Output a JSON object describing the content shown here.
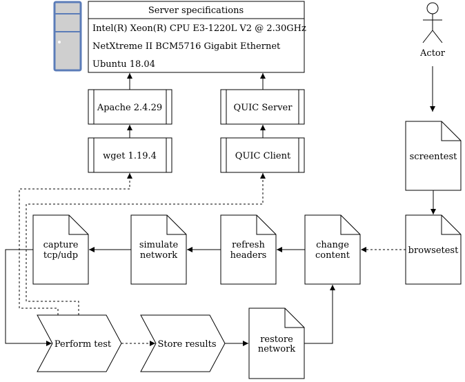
{
  "server": {
    "title": "Server specifications",
    "rows": [
      "Intel(R) Xeon(R) CPU E3-1220L V2 @ 2.30GHz",
      "NetXtreme II BCM5716 Gigabit Ethernet",
      "Ubuntu 18.04"
    ]
  },
  "processes": {
    "apache": "Apache 2.4.29",
    "quic_server": "QUIC Server",
    "wget": "wget 1.19.4",
    "quic_client": "QUIC Client"
  },
  "actor": {
    "label": "Actor"
  },
  "documents": {
    "screentest": "screentest",
    "browsetest": "browsetest",
    "change_content": [
      "change",
      "content"
    ],
    "refresh_headers": [
      "refresh",
      "headers"
    ],
    "simulate_network": [
      "simulate",
      "network"
    ],
    "capture": [
      "capture",
      "tcp/udp"
    ],
    "restore_network": [
      "restore",
      "network"
    ]
  },
  "steps": {
    "perform_test": "Perform test",
    "store_results": "Store results"
  },
  "colors": {
    "server_icon_fill": "#cfcfcf",
    "server_icon_stroke": "#5b7cb8",
    "stroke": "#000000"
  }
}
